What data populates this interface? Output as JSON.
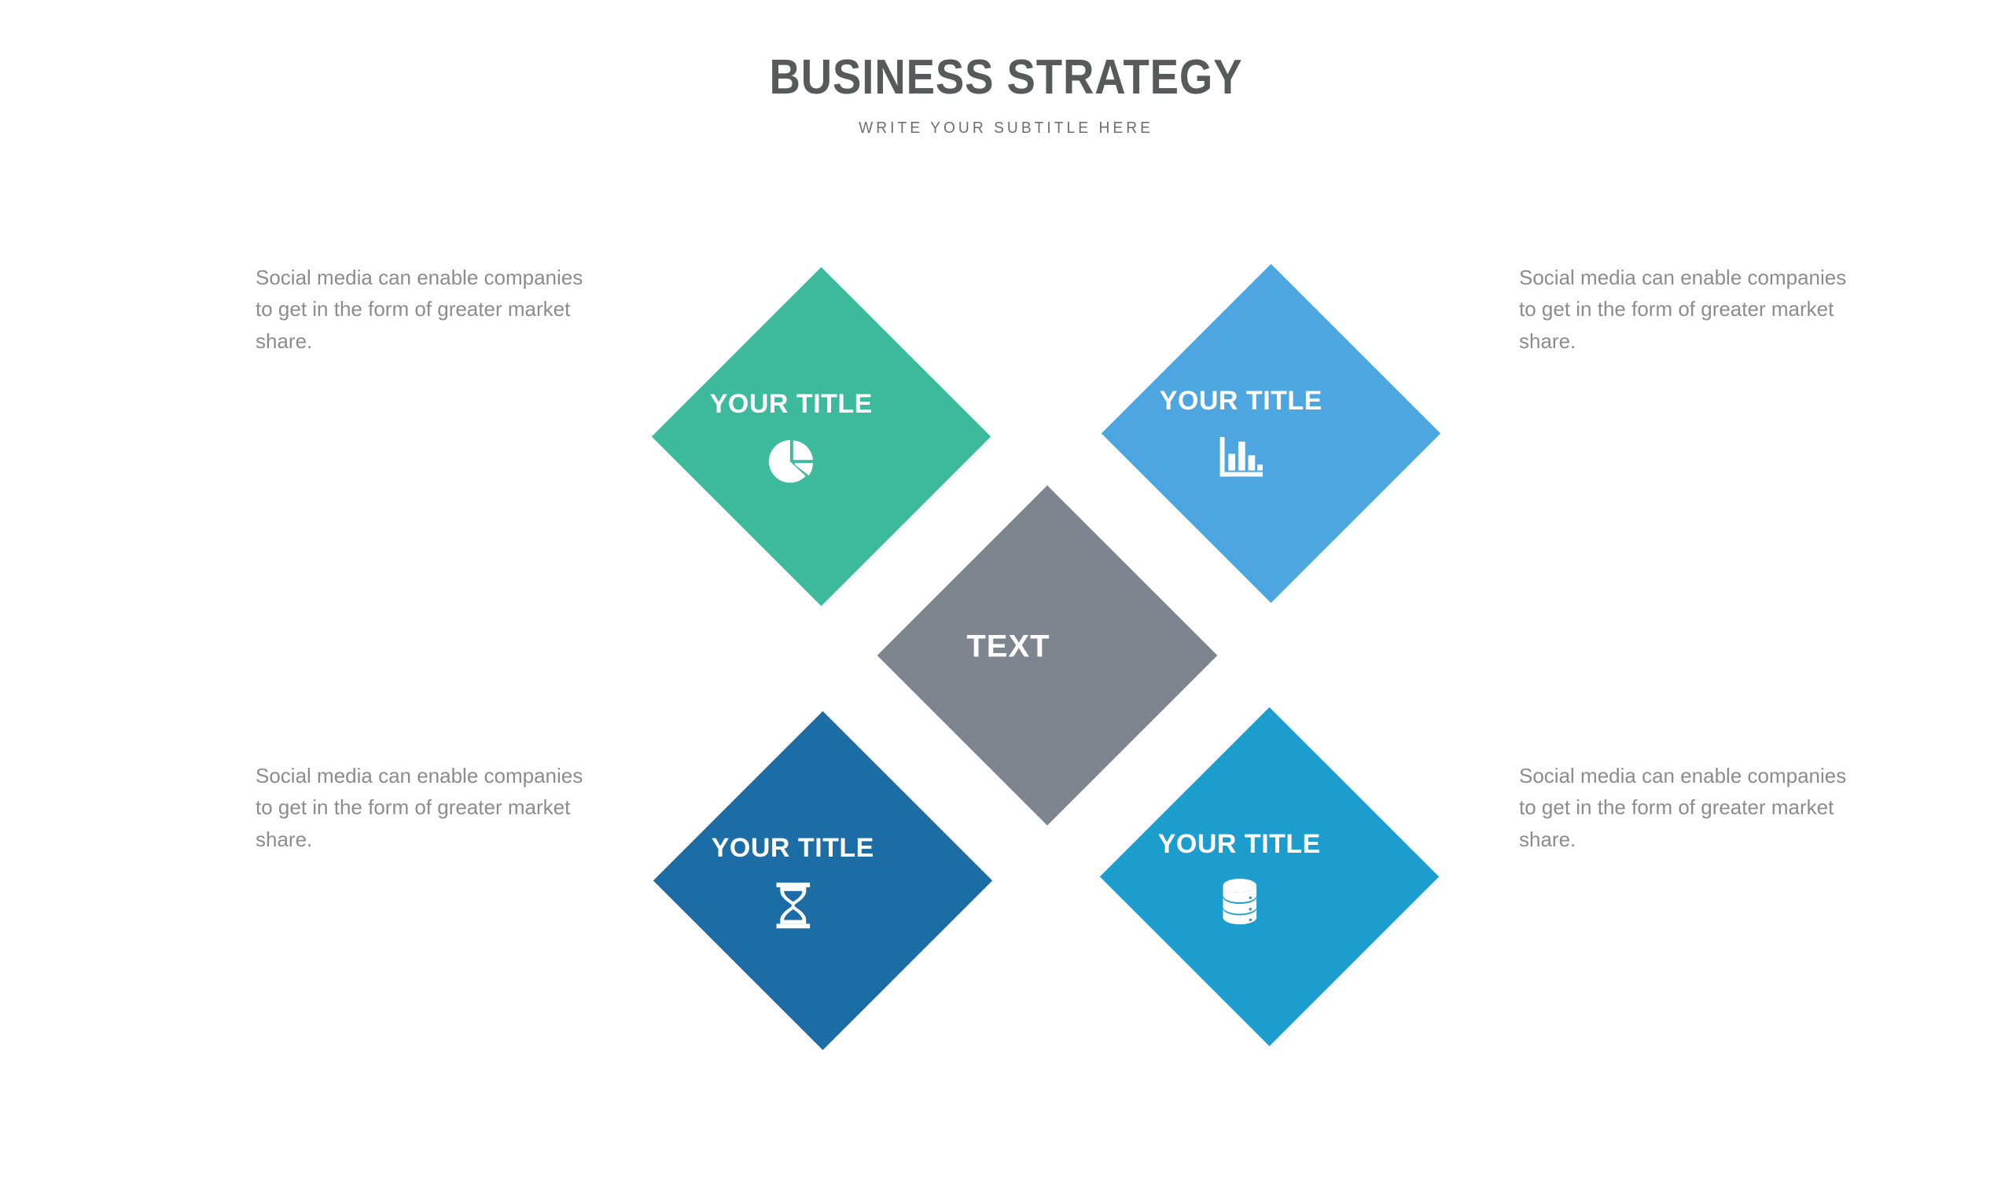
{
  "header": {
    "title": "BUSINESS STRATEGY",
    "subtitle": "WRITE YOUR SUBTITLE HERE",
    "title_color": "#58595b",
    "subtitle_color": "#6d6e71"
  },
  "center": {
    "label": "TEXT",
    "color": "#7f858e"
  },
  "petals": [
    {
      "id": "top-left",
      "title": "YOUR TITLE",
      "icon": "pie-chart-icon",
      "color": "#3cba9b"
    },
    {
      "id": "top-right",
      "title": "YOUR TITLE",
      "icon": "bar-chart-icon",
      "color": "#4ea6e0"
    },
    {
      "id": "bottom-left",
      "title": "YOUR TITLE",
      "icon": "hourglass-icon",
      "color": "#1c6ca5"
    },
    {
      "id": "bottom-right",
      "title": "YOUR TITLE",
      "icon": "database-icon",
      "color": "#1d9dcd"
    }
  ],
  "descriptions": [
    {
      "id": "top-left",
      "text": "Social media can enable companies to get in the form of greater market share."
    },
    {
      "id": "top-right",
      "text": "Social media can enable companies to get in the form of greater market share."
    },
    {
      "id": "bottom-left",
      "text": "Social media can enable companies to get in the form of greater market share."
    },
    {
      "id": "bottom-right",
      "text": "Social media can enable companies to get in the form of greater market share."
    }
  ],
  "colors": {
    "background": "#ffffff",
    "text_body": "#8c8c8c",
    "icon_fill": "#ffffff"
  }
}
